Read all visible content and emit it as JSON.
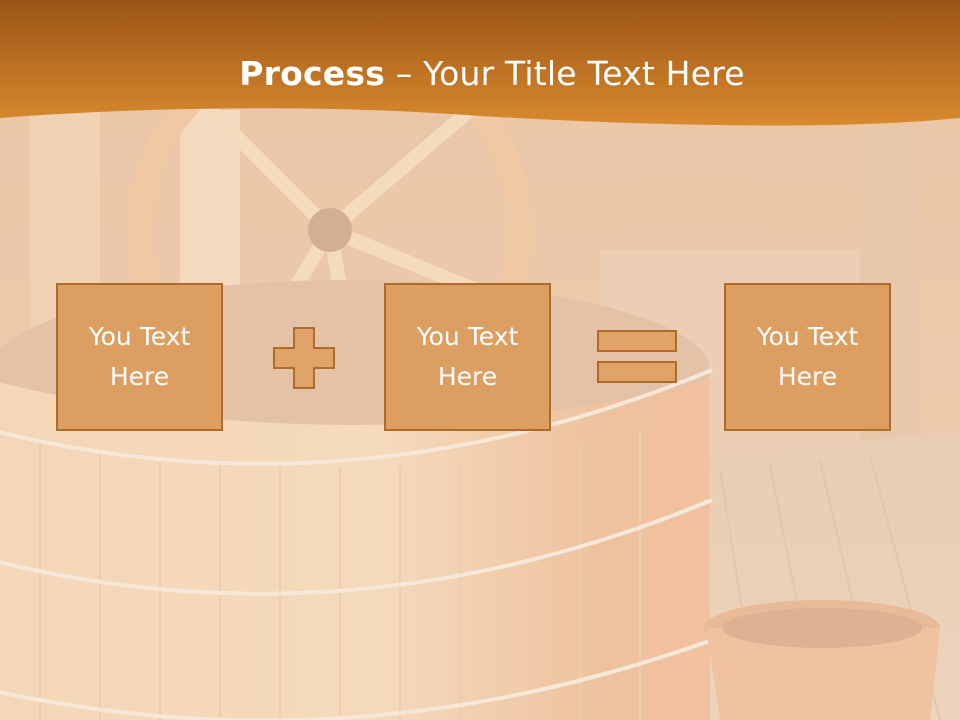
{
  "slide": {
    "title_bold": "Process",
    "title_rest": " – Your Title Text Here",
    "boxes": [
      {
        "label": "You Text\nHere"
      },
      {
        "label": "You Text\nHere"
      },
      {
        "label": "You Text\nHere"
      }
    ],
    "operators": [
      {
        "icon": "plus-icon"
      },
      {
        "icon": "equals-icon"
      }
    ]
  },
  "colors": {
    "banner_top": "#9a5416",
    "banner_bottom": "#d98a2e",
    "box_fill": "#dd9e62",
    "box_border": "#b06a2a",
    "operator_fill": "#e0a468",
    "operator_stroke": "#b06a2a",
    "text": "#ffffff"
  }
}
